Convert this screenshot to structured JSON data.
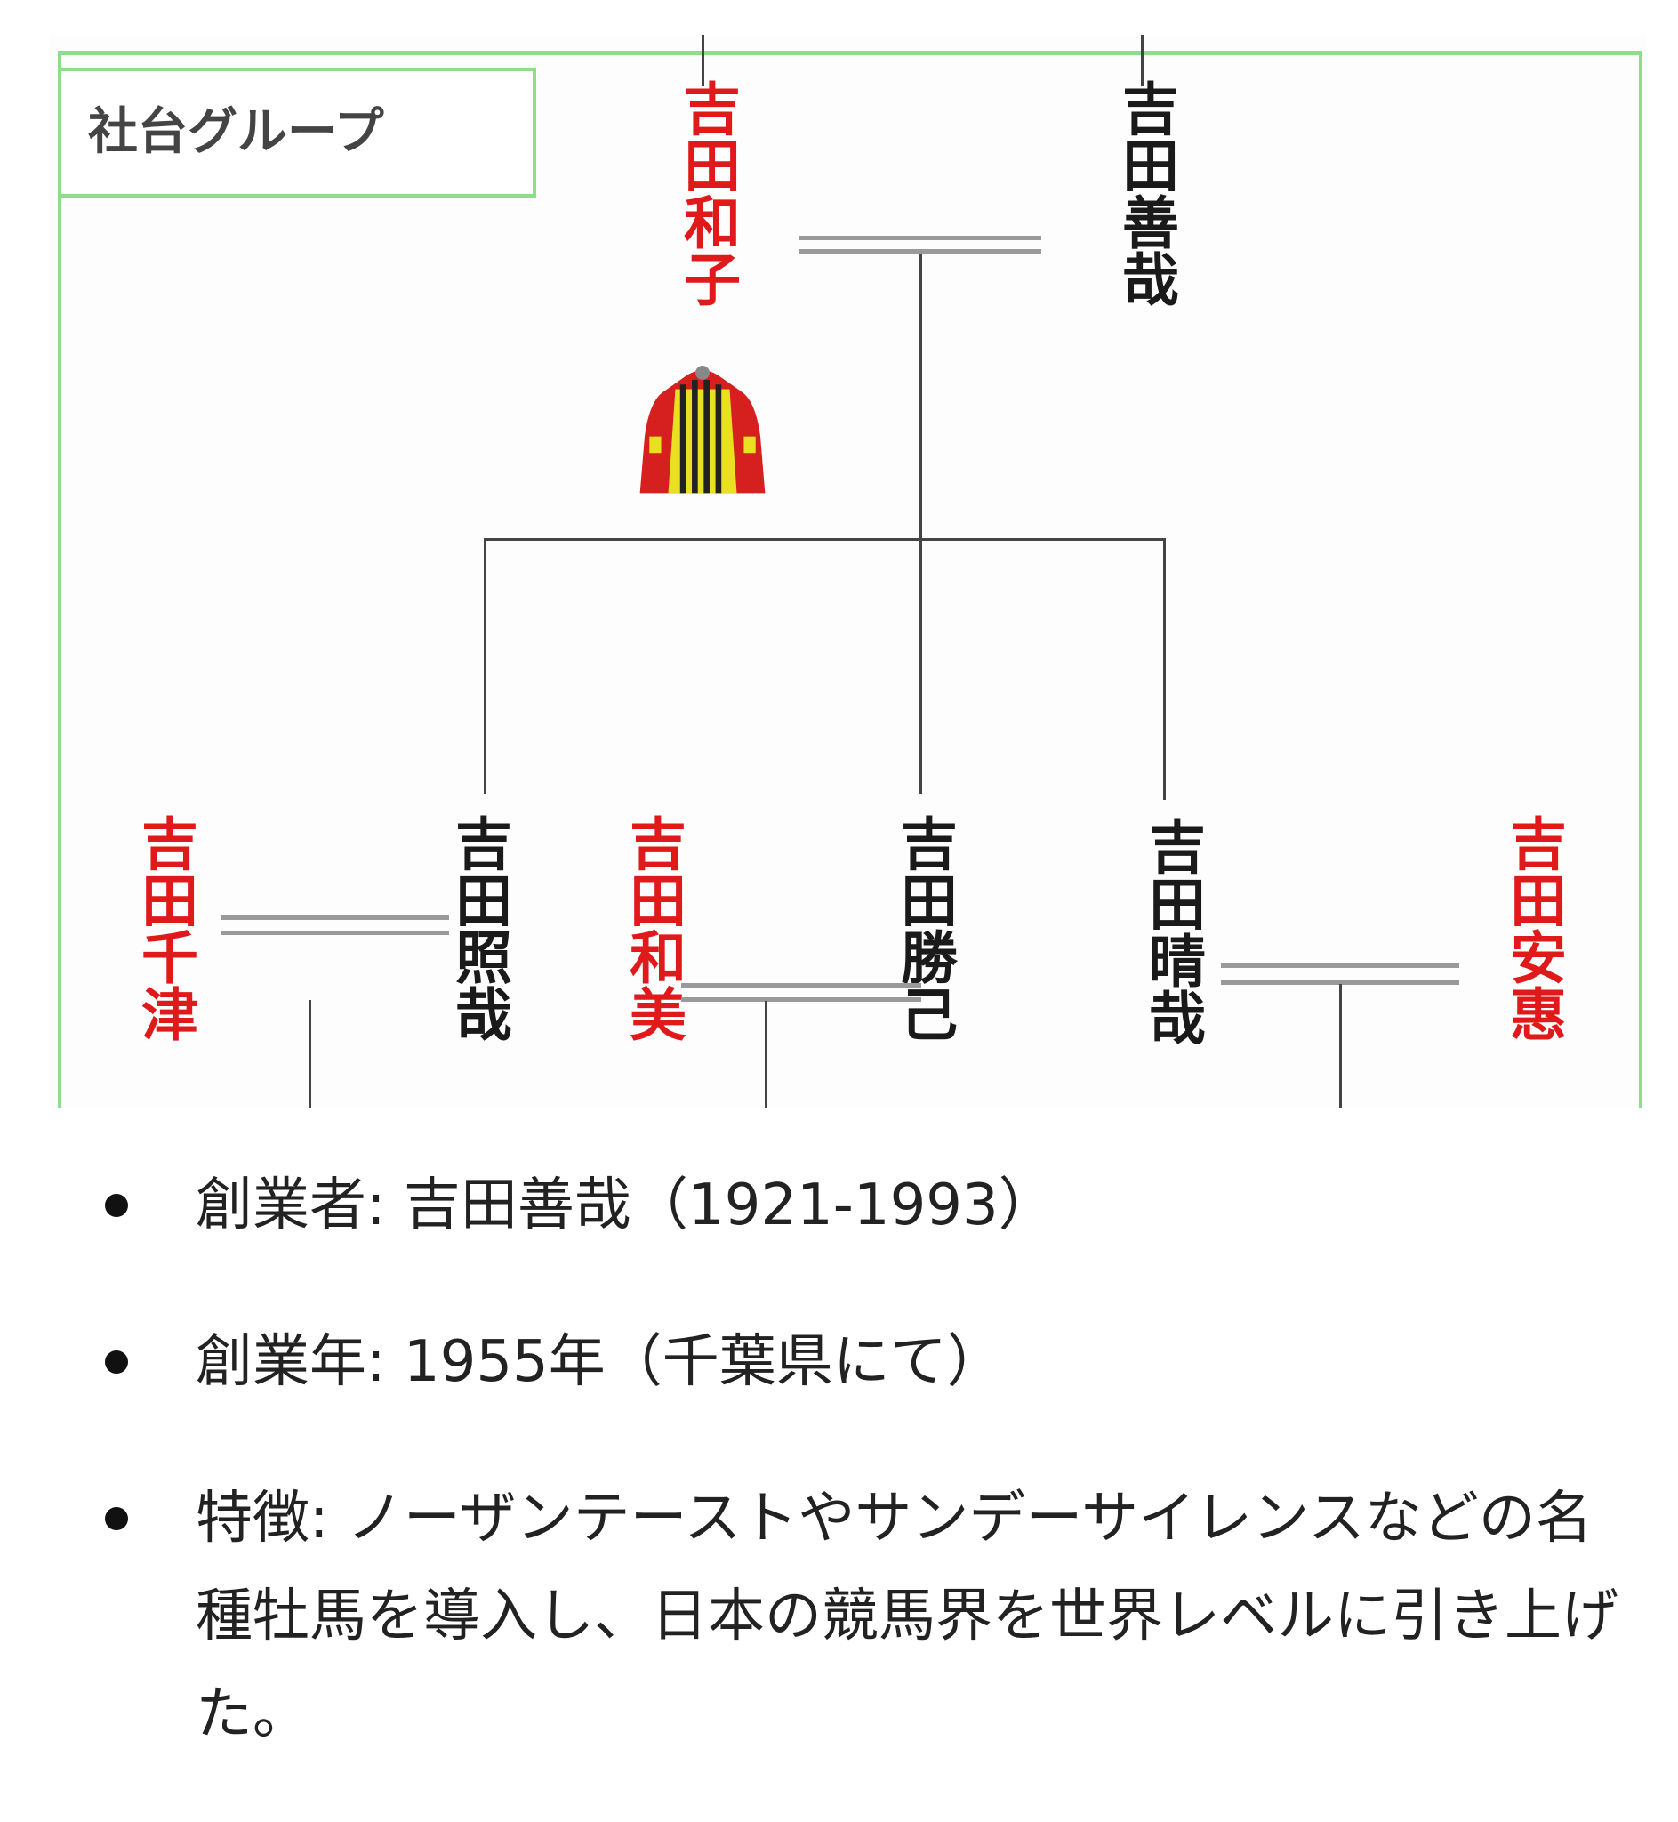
{
  "diagram": {
    "group_label": "社台グループ",
    "top_row": [
      {
        "name": "吉田和子",
        "color": "#e01a1a"
      },
      {
        "name": "吉田善哉",
        "color": "#1a1a1a"
      }
    ],
    "children_row": [
      {
        "name": "吉田千津",
        "color": "#e01a1a"
      },
      {
        "name": "吉田照哉",
        "color": "#1a1a1a"
      },
      {
        "name": "吉田和美",
        "color": "#e01a1a"
      },
      {
        "name": "吉田勝己",
        "color": "#1a1a1a"
      },
      {
        "name": "吉田晴哉",
        "color": "#1a1a1a"
      },
      {
        "name": "吉田安惠",
        "color": "#e01a1a"
      }
    ],
    "silks_icon": "jockey-silks-icon"
  },
  "bullets": [
    "創業者: 吉田善哉（1921-1993）",
    "創業年: 1955年（千葉県にて）",
    "特徴: ノーザンテーストやサンデーサイレンスなどの名種牡馬を導入し、日本の競馬界を世界レベルに引き上げた。"
  ]
}
